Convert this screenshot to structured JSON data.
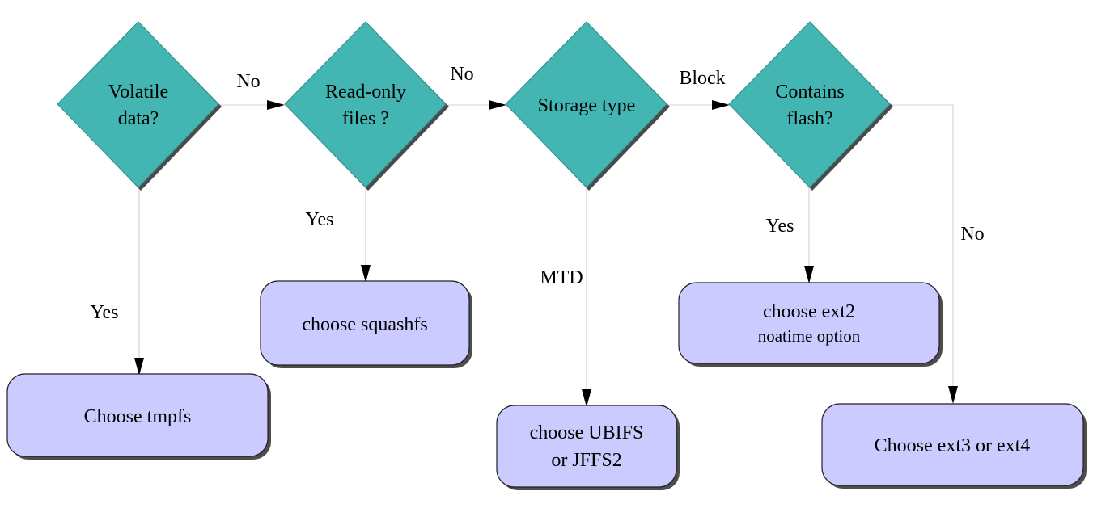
{
  "decisions": {
    "volatile": {
      "line1": "Volatile",
      "line2": "data?"
    },
    "readonly": {
      "line1": "Read-only",
      "line2": "files ?"
    },
    "storage": {
      "line1": "Storage type"
    },
    "flash": {
      "line1": "Contains",
      "line2": "flash?"
    }
  },
  "outcomes": {
    "tmpfs": {
      "line1": "Choose tmpfs"
    },
    "squashfs": {
      "line1": "choose squashfs"
    },
    "ubifs": {
      "line1": "choose UBIFS",
      "line2": "or JFFS2"
    },
    "ext2": {
      "line1": "choose ext2",
      "line2": "noatime option"
    },
    "ext34": {
      "line1": "Choose ext3 or ext4"
    }
  },
  "edges": {
    "volatile_no": "No",
    "readonly_no": "No",
    "storage_block": "Block",
    "volatile_yes": "Yes",
    "readonly_yes": "Yes",
    "storage_mtd": "MTD",
    "flash_yes": "Yes",
    "flash_no": "No"
  },
  "colors": {
    "decision_fill": "#43b5b2",
    "outcome_fill": "#cccbff",
    "connector": "#d9d9d9"
  }
}
